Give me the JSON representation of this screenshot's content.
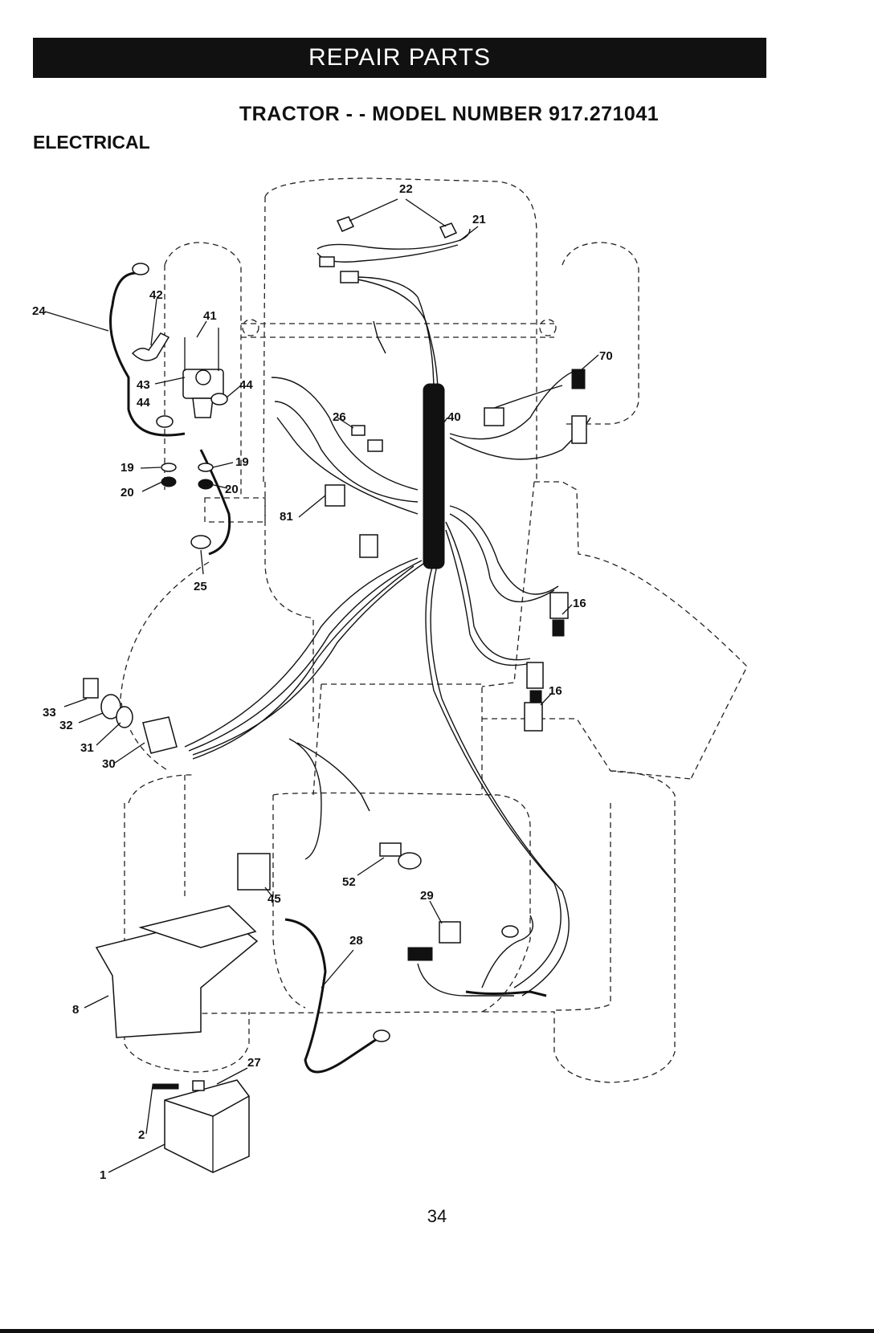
{
  "header": {
    "title": "REPAIR PARTS"
  },
  "subtitle": "TRACTOR - - MODEL NUMBER 917.271041",
  "section": "ELECTRICAL",
  "callouts": [
    {
      "label": "22"
    },
    {
      "label": "21"
    },
    {
      "label": "42"
    },
    {
      "label": "24"
    },
    {
      "label": "41"
    },
    {
      "label": "43"
    },
    {
      "label": "44"
    },
    {
      "label": "44"
    },
    {
      "label": "70"
    },
    {
      "label": "26"
    },
    {
      "label": "40"
    },
    {
      "label": "19"
    },
    {
      "label": "19"
    },
    {
      "label": "20"
    },
    {
      "label": "20"
    },
    {
      "label": "81"
    },
    {
      "label": "25"
    },
    {
      "label": "16"
    },
    {
      "label": "16"
    },
    {
      "label": "33"
    },
    {
      "label": "32"
    },
    {
      "label": "31"
    },
    {
      "label": "30"
    },
    {
      "label": "52"
    },
    {
      "label": "45"
    },
    {
      "label": "29"
    },
    {
      "label": "28"
    },
    {
      "label": "8"
    },
    {
      "label": "27"
    },
    {
      "label": "2"
    },
    {
      "label": "1"
    }
  ],
  "page_number": "34"
}
